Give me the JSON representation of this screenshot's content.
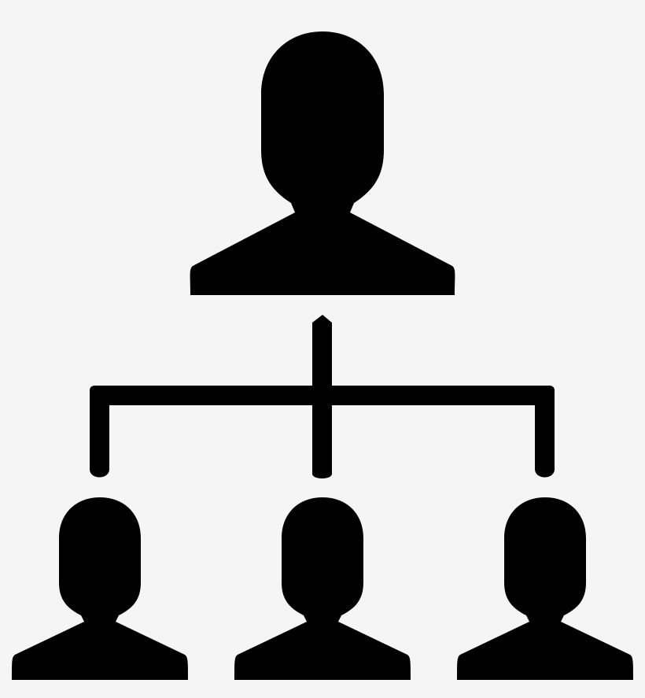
{
  "icon": {
    "name": "org-chart-icon",
    "colors": {
      "background": "#f5f5f5",
      "foreground": "#000000"
    },
    "people": [
      {
        "name": "top-person-icon",
        "level": "top"
      },
      {
        "name": "bottom-left-person-icon",
        "level": "bottom"
      },
      {
        "name": "bottom-center-person-icon",
        "level": "bottom"
      },
      {
        "name": "bottom-right-person-icon",
        "level": "bottom"
      }
    ]
  }
}
